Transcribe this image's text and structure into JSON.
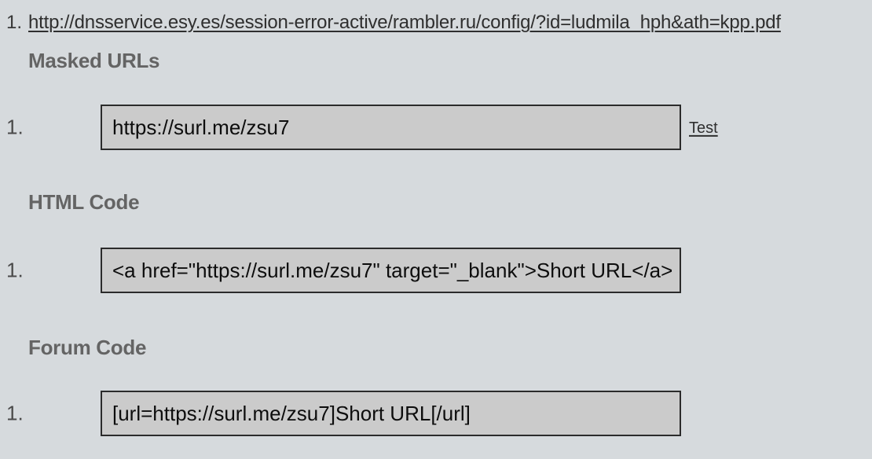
{
  "page": {
    "background": "#d6dadd",
    "input_background": "#cbcbcb",
    "input_border": "#2b2b2b",
    "heading_color": "#646464"
  },
  "original_url": {
    "number": "1.",
    "text": "http://dnsservice.esy.es/session-error-active/rambler.ru/config/?id=ludmila_hph&ath=kpp.pdf"
  },
  "sections": {
    "masked": {
      "heading": "Masked URLs",
      "number": "1.",
      "value": "https://surl.me/zsu7",
      "test_label": "Test"
    },
    "html_code": {
      "heading": "HTML Code",
      "number": "1.",
      "value": "<a href=\"https://surl.me/zsu7\" target=\"_blank\">Short URL</a>"
    },
    "forum_code": {
      "heading": "Forum Code",
      "number": "1.",
      "value": "[url=https://surl.me/zsu7]Short URL[/url]"
    }
  }
}
